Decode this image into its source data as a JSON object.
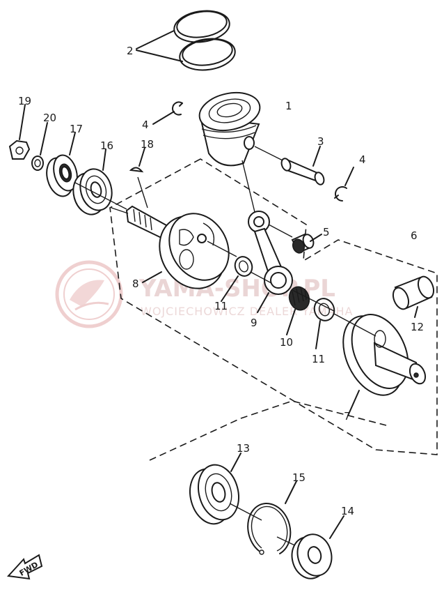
{
  "diagram": {
    "part_labels": {
      "p1": "1",
      "p2": "2",
      "p3": "3",
      "p4a": "4",
      "p4b": "4",
      "p5": "5",
      "p6": "6",
      "p7": "7",
      "p8": "8",
      "p9": "9",
      "p10": "10",
      "p11a": "11",
      "p11b": "11",
      "p12": "12",
      "p13": "13",
      "p14": "14",
      "p15": "15",
      "p16": "16",
      "p17": "17",
      "p18": "18",
      "p19": "19",
      "p20": "20"
    },
    "fwd_label": "FWD"
  },
  "watermark": {
    "title": "YAMA-SHOP.PL",
    "subtitle": "WOJCIECHOWICZ DEALER YAMAHA",
    "color": "#d99a9a"
  }
}
